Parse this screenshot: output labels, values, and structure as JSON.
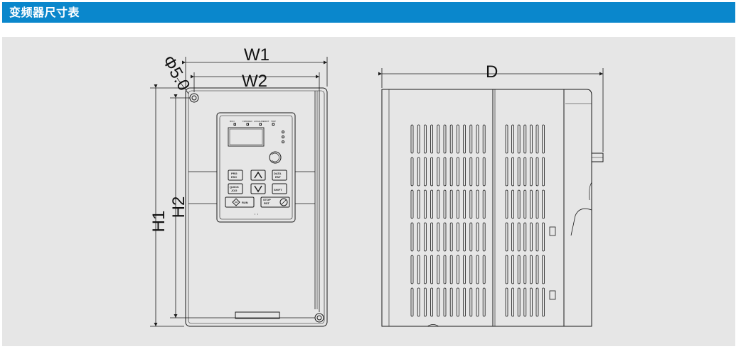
{
  "header": {
    "title": "变频器尺寸表"
  },
  "dimensions": {
    "w1": "W1",
    "w2": "W2",
    "h1": "H1",
    "h2": "H2",
    "d": "D",
    "hole": "Φ5.0"
  },
  "keypad": {
    "indicators": [
      "RUN",
      "FWD/REV",
      "LOCAL/REMOT",
      "TRIP"
    ],
    "run_label": "RUN",
    "prg_label": "PRG",
    "esc_label": "ESC",
    "data_label": "DATA",
    "ent_label": "ENT",
    "quick_label": "QUICK",
    "jog_label": "JOG",
    "shift_label": "SHIFT",
    "stop_label": "STOP",
    "rst_label": "RST"
  },
  "colors": {
    "header_bg": "#0a87cc",
    "panel_bg": "#e6e6e6",
    "line": "#1a1a1a"
  }
}
